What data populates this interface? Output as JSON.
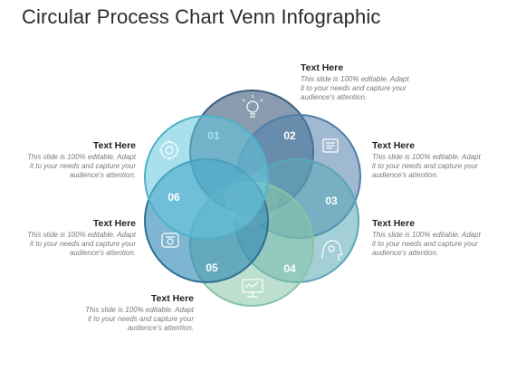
{
  "title": "Circular Process Chart Venn Infographic",
  "circles": [
    {
      "label": "01",
      "color": "#3f5e7e",
      "icon": "lightbulb-icon"
    },
    {
      "label": "02",
      "color": "#4f7fa9",
      "icon": "document-list-icon"
    },
    {
      "label": "03",
      "color": "#5aa7b7",
      "icon": "head-gears-icon"
    },
    {
      "label": "04",
      "color": "#86c4a8",
      "icon": "presentation-board-icon"
    },
    {
      "label": "05",
      "color": "#2f88b3",
      "icon": "money-bag-icon"
    },
    {
      "label": "06",
      "color": "#63c6de",
      "icon": "circular-arrows-icon"
    }
  ],
  "blocks": [
    {
      "heading": "Text Here",
      "body": [
        "This slide is 100% editable. Adapt",
        "it to your needs and capture your",
        "audience's attention."
      ]
    },
    {
      "heading": "Text Here",
      "body": [
        "This slide is 100% editable. Adapt",
        "it to your needs and capture your",
        "audience's attention."
      ]
    },
    {
      "heading": "Text Here",
      "body": [
        "This slide is 100% editable. Adapt",
        "it to your needs and capture your",
        "audience's attention."
      ]
    },
    {
      "heading": "Text Here",
      "body": [
        "This slide is 100% editable. Adapt",
        "it to your needs and capture your",
        "audience's attention."
      ]
    },
    {
      "heading": "Text Here",
      "body": [
        "This slide is 100% editable. Adapt",
        "it to your needs and capture your",
        "audience's attention."
      ]
    },
    {
      "heading": "Text Here",
      "body": [
        "This slide is 100% editable. Adapt",
        "it to your needs and capture your",
        "audience's attention."
      ]
    }
  ]
}
